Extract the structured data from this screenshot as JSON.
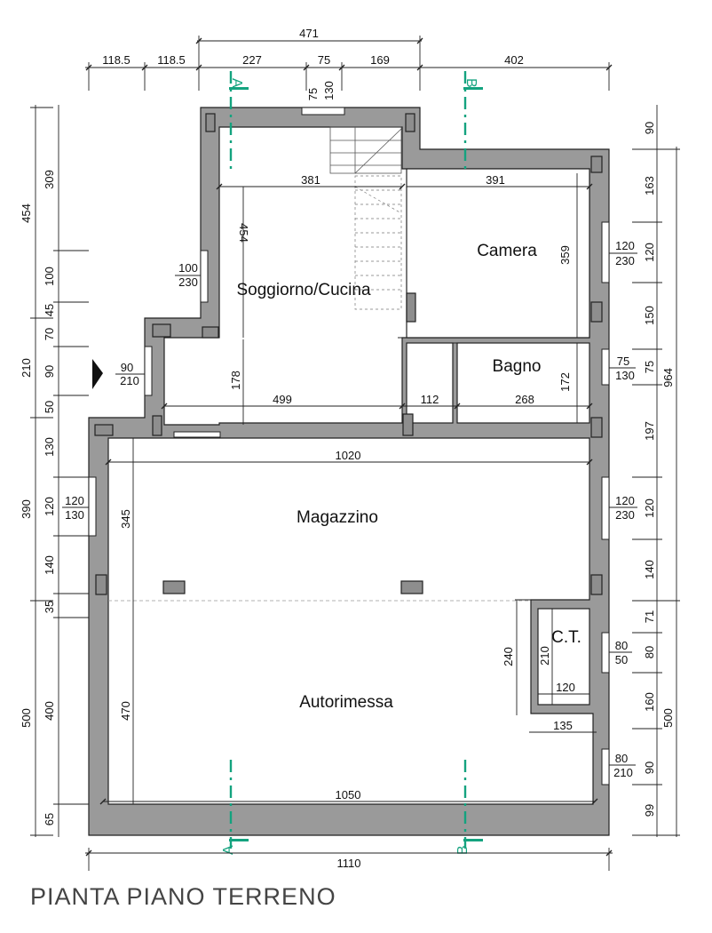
{
  "title": "PIANTA PIANO TERRENO",
  "rooms": {
    "soggiorno": "Soggiorno/Cucina",
    "camera": "Camera",
    "bagno": "Bagno",
    "magazzino": "Magazzino",
    "autorimessa": "Autorimessa",
    "ct": "C.T."
  },
  "section_marks": {
    "a": "A",
    "b": "B"
  },
  "dims": {
    "top_total": "471",
    "top_1": "118.5",
    "top_2": "118.5",
    "top_3": "227",
    "top_4": "75",
    "top_5": "169",
    "top_6": "402",
    "top_win_w": "75",
    "top_win_h": "130",
    "bottom_total": "1110",
    "inner_1050": "1050",
    "inner_1020": "1020",
    "inner_381": "381",
    "inner_391": "391",
    "inner_499": "499",
    "inner_112": "112",
    "inner_268": "268",
    "inner_120": "120",
    "inner_135": "135",
    "v_454": "454",
    "v_178": "178",
    "v_359": "359",
    "v_172": "172",
    "v_345": "345",
    "v_470": "470",
    "v_240": "240",
    "v_210": "210",
    "left_o_454": "454",
    "left_o_210": "210",
    "left_o_390": "390",
    "left_o_500": "500",
    "left_i_309": "309",
    "left_i_100": "100",
    "left_i_45": "45",
    "left_i_70": "70",
    "left_i_90": "90",
    "left_i_50": "50",
    "left_i_130": "130",
    "left_i_120": "120",
    "left_i_140": "140",
    "left_i_35": "35",
    "left_i_400": "400",
    "left_i_65": "65",
    "right_i_90": "90",
    "right_i_163": "163",
    "right_i_120a": "120",
    "right_i_150": "150",
    "right_i_75": "75",
    "right_i_197": "197",
    "right_i_120b": "120",
    "right_i_140": "140",
    "right_i_71": "71",
    "right_i_80": "80",
    "right_i_160": "160",
    "right_i_90b": "90",
    "right_i_99": "99",
    "right_o_964": "964",
    "right_o_500": "500"
  },
  "openings": {
    "w_soggiorno": [
      "100",
      "230"
    ],
    "w_entry": [
      "90",
      "210"
    ],
    "w_magazzino_left": [
      "120",
      "130"
    ],
    "w_camera": [
      "120",
      "230"
    ],
    "w_bagno": [
      "75",
      "130"
    ],
    "w_magazzino_right": [
      "120",
      "230"
    ],
    "w_ct": [
      "80",
      "50"
    ],
    "w_autorimessa": [
      "80",
      "210"
    ]
  }
}
